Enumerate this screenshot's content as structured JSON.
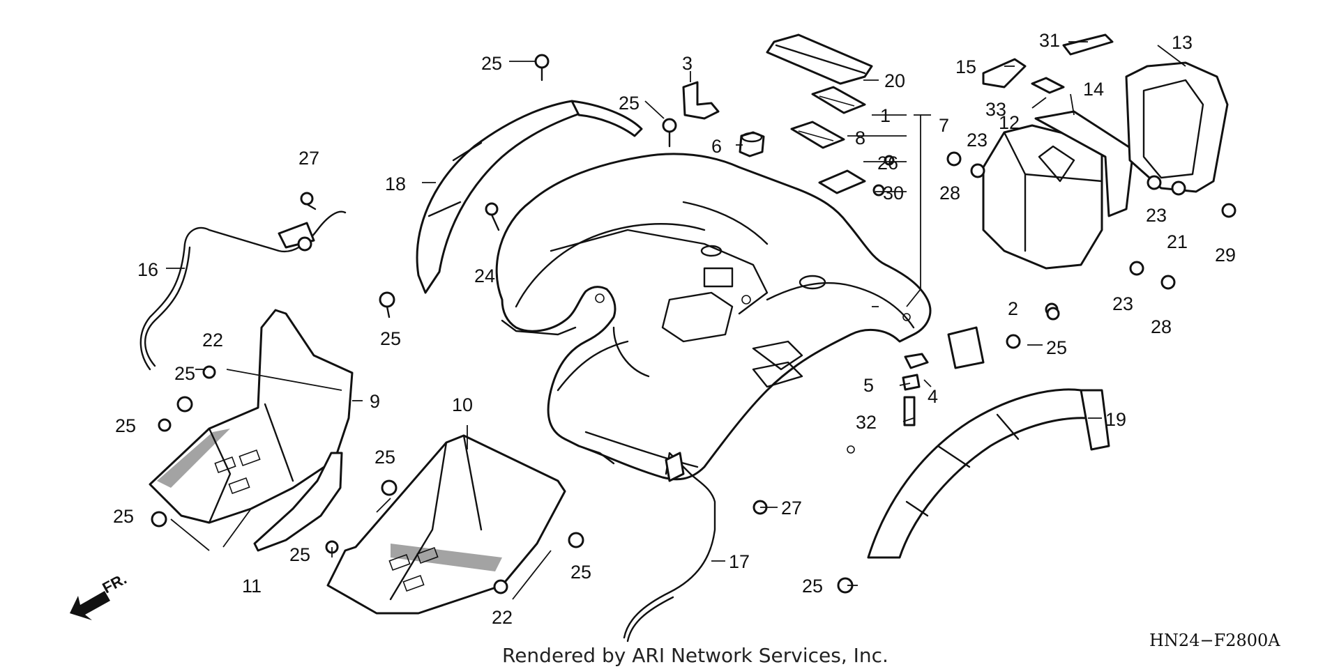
{
  "diagram_code": "HN24−F2800A",
  "credit": "Rendered by ARI Network Services, Inc.",
  "front_marker": "FR.",
  "callouts": [
    "25",
    "3",
    "25",
    "20",
    "1",
    "7",
    "8",
    "26",
    "6",
    "30",
    "31",
    "15",
    "13",
    "33",
    "14",
    "12",
    "23",
    "28",
    "23",
    "21",
    "29",
    "27",
    "18",
    "16",
    "24",
    "25",
    "22",
    "25",
    "9",
    "25",
    "25",
    "10",
    "25",
    "11",
    "25",
    "22",
    "25",
    "2",
    "25",
    "28",
    "23",
    "5",
    "4",
    "32",
    "27",
    "19",
    "17",
    "25"
  ],
  "parts": [
    "rear-fender",
    "step-9",
    "step-10",
    "mudguard-11",
    "guard-18",
    "guard-19",
    "pipe-16",
    "pipe-17",
    "box-12",
    "lid-13",
    "seal-14",
    "latch-15",
    "strap-31",
    "cover-20",
    "pad-1",
    "pad-8",
    "plate-26",
    "grommet-6",
    "rubber-4",
    "collar-5",
    "bolt-32"
  ]
}
